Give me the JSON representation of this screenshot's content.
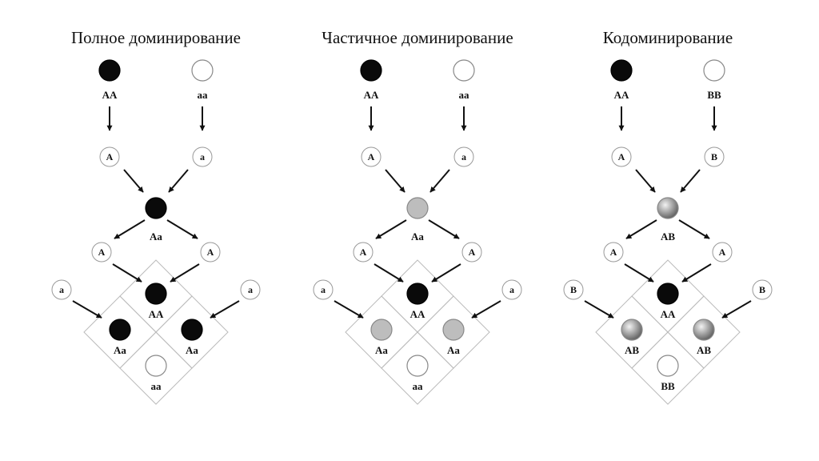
{
  "colors": {
    "dominant": "#0a0a0a",
    "recessive": "#ffffff",
    "intermediate": "#bdbdbd",
    "codominant_light": "#f2f2f2",
    "codominant_dark": "#5a5a5a",
    "outline": "#888888"
  },
  "panels": [
    {
      "title": "Полное доминирование",
      "parents": [
        {
          "genotype": "AA",
          "phenotype": "dominant"
        },
        {
          "genotype": "aa",
          "phenotype": "recessive"
        }
      ],
      "gametes": [
        "A",
        "a"
      ],
      "f1": {
        "genotype": "Aa",
        "phenotype": "dominant"
      },
      "f1_gametes": [
        "A",
        "A"
      ],
      "side_gametes": [
        "a",
        "a"
      ],
      "f2": [
        {
          "genotype": "AA",
          "phenotype": "dominant"
        },
        {
          "genotype": "Aa",
          "phenotype": "dominant"
        },
        {
          "genotype": "Aa",
          "phenotype": "dominant"
        },
        {
          "genotype": "aa",
          "phenotype": "recessive"
        }
      ]
    },
    {
      "title": "Частичное доминирование",
      "parents": [
        {
          "genotype": "AA",
          "phenotype": "dominant"
        },
        {
          "genotype": "aa",
          "phenotype": "recessive"
        }
      ],
      "gametes": [
        "A",
        "a"
      ],
      "f1": {
        "genotype": "Aa",
        "phenotype": "intermediate"
      },
      "f1_gametes": [
        "A",
        "A"
      ],
      "side_gametes": [
        "a",
        "a"
      ],
      "f2": [
        {
          "genotype": "AA",
          "phenotype": "dominant"
        },
        {
          "genotype": "Aa",
          "phenotype": "intermediate"
        },
        {
          "genotype": "Aa",
          "phenotype": "intermediate"
        },
        {
          "genotype": "aa",
          "phenotype": "recessive"
        }
      ]
    },
    {
      "title": "Кодоминирование",
      "parents": [
        {
          "genotype": "AA",
          "phenotype": "dominant"
        },
        {
          "genotype": "BB",
          "phenotype": "recessive"
        }
      ],
      "gametes": [
        "A",
        "B"
      ],
      "f1": {
        "genotype": "AB",
        "phenotype": "codominant"
      },
      "f1_gametes": [
        "A",
        "A"
      ],
      "side_gametes": [
        "B",
        "B"
      ],
      "f2": [
        {
          "genotype": "AA",
          "phenotype": "dominant"
        },
        {
          "genotype": "AB",
          "phenotype": "codominant"
        },
        {
          "genotype": "AB",
          "phenotype": "codominant"
        },
        {
          "genotype": "BB",
          "phenotype": "recessive"
        }
      ]
    }
  ]
}
